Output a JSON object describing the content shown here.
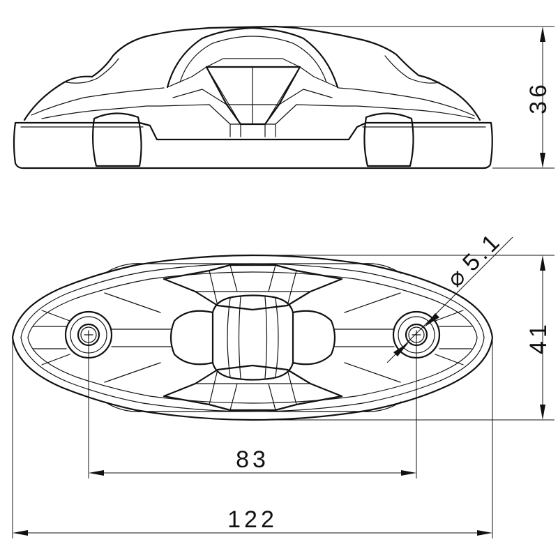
{
  "drawing": {
    "dimensions": {
      "height": "36",
      "width": "41",
      "hole_spacing": "83",
      "overall_length": "122",
      "hole_diameter": "5.1"
    },
    "symbols": {
      "diameter": "⌀"
    }
  }
}
